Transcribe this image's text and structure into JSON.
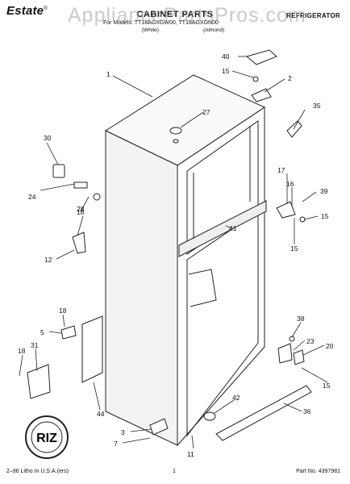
{
  "header": {
    "brand": "Estate",
    "brand_mark": "®",
    "title": "CABINET PARTS",
    "category": "REFRIGERATOR",
    "models_line": "For Models: TT18AGXGW00, TT18AGXGN00",
    "color_white": "(White)",
    "color_almond": "(Almond)"
  },
  "watermark": "AppliancePartsPros.com",
  "logo": {
    "text": "RIZ"
  },
  "callouts": [
    "1",
    "2",
    "3",
    "5",
    "7",
    "11",
    "12",
    "15",
    "15",
    "15",
    "15",
    "16",
    "17",
    "18",
    "18",
    "18",
    "20",
    "23",
    "24",
    "27",
    "28",
    "30",
    "31",
    "35",
    "36",
    "38",
    "39",
    "40",
    "41",
    "42",
    "44"
  ],
  "footer": {
    "left": "2–96 Litho In U.S.A.(ers)",
    "page": "1",
    "part_no": "Part No. 4397981"
  }
}
